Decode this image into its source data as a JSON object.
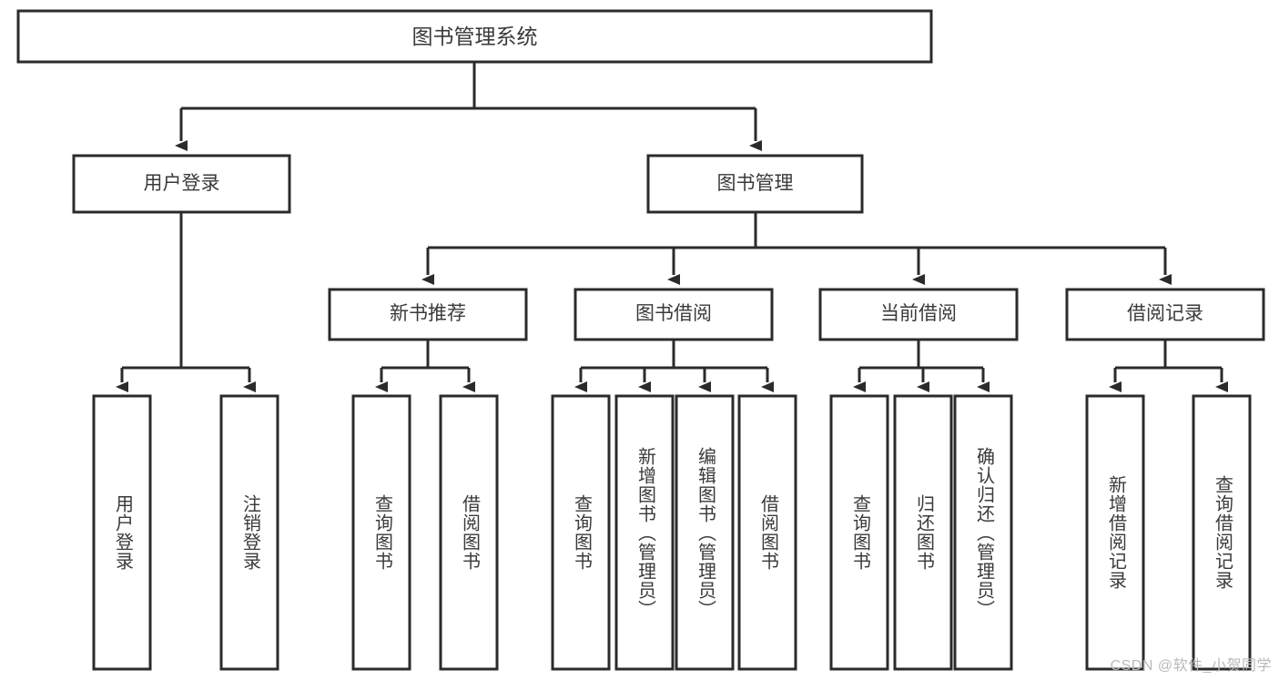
{
  "diagram": {
    "title": "图书管理系统",
    "type": "hierarchy-tree",
    "levels": 4,
    "root": {
      "id": "root",
      "label": "图书管理系统",
      "orientation": "horizontal"
    },
    "level2": [
      {
        "id": "user-login",
        "label": "用户登录",
        "orientation": "horizontal"
      },
      {
        "id": "book-manage",
        "label": "图书管理",
        "orientation": "horizontal"
      }
    ],
    "level3": [
      {
        "id": "new-book-recommend",
        "label": "新书推荐",
        "orientation": "horizontal",
        "parent": "book-manage"
      },
      {
        "id": "book-borrow",
        "label": "图书借阅",
        "orientation": "horizontal",
        "parent": "book-manage"
      },
      {
        "id": "current-borrow",
        "label": "当前借阅",
        "orientation": "horizontal",
        "parent": "book-manage"
      },
      {
        "id": "borrow-record",
        "label": "借阅记录",
        "orientation": "horizontal",
        "parent": "book-manage"
      }
    ],
    "leaves": [
      {
        "id": "leaf-user-login",
        "label": "用户登录",
        "orientation": "vertical",
        "parent": "user-login"
      },
      {
        "id": "leaf-user-logout",
        "label": "注销登录",
        "orientation": "vertical",
        "parent": "user-login"
      },
      {
        "id": "leaf-query-book-1",
        "label": "查询图书",
        "orientation": "vertical",
        "parent": "new-book-recommend"
      },
      {
        "id": "leaf-borrow-book-1",
        "label": "借阅图书",
        "orientation": "vertical",
        "parent": "new-book-recommend"
      },
      {
        "id": "leaf-query-book-2",
        "label": "查询图书",
        "orientation": "vertical",
        "parent": "book-borrow"
      },
      {
        "id": "leaf-add-book",
        "label": "新增图书（管理员）",
        "orientation": "vertical",
        "parent": "book-borrow"
      },
      {
        "id": "leaf-edit-book",
        "label": "编辑图书（管理员）",
        "orientation": "vertical",
        "parent": "book-borrow"
      },
      {
        "id": "leaf-borrow-book-2",
        "label": "借阅图书",
        "orientation": "vertical",
        "parent": "book-borrow"
      },
      {
        "id": "leaf-query-book-3",
        "label": "查询图书",
        "orientation": "vertical",
        "parent": "current-borrow"
      },
      {
        "id": "leaf-return-book",
        "label": "归还图书",
        "orientation": "vertical",
        "parent": "current-borrow"
      },
      {
        "id": "leaf-confirm-return",
        "label": "确认归还（管理员）",
        "orientation": "vertical",
        "parent": "current-borrow"
      },
      {
        "id": "leaf-add-record",
        "label": "新增借阅记录",
        "orientation": "vertical",
        "parent": "borrow-record"
      },
      {
        "id": "leaf-query-record",
        "label": "查询借阅记录",
        "orientation": "vertical",
        "parent": "borrow-record"
      }
    ],
    "colors": {
      "stroke": "#2b2b2b",
      "box_fill": "#ffffff",
      "text": "#3a3a3a",
      "background": "#ffffff",
      "watermark": "#b9b9b9"
    }
  },
  "watermark": {
    "text": "CSDN @软件_小贺同学"
  }
}
